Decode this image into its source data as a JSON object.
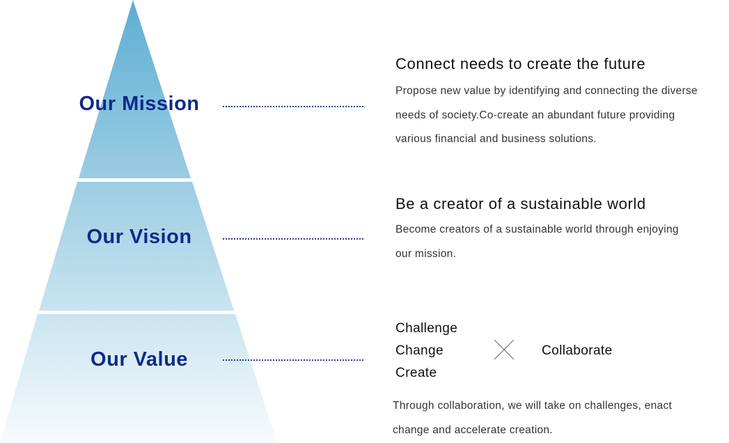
{
  "pyramid": {
    "tiers": [
      {
        "label": "Our Mission"
      },
      {
        "label": "Our Vision"
      },
      {
        "label": "Our Value"
      }
    ],
    "colors": {
      "top": "#5eaed4",
      "middle": "#a2d0e4",
      "bottom": "#f7fbfd",
      "label": "#0e2a8c",
      "connector": "#2b3c8f"
    }
  },
  "mission": {
    "heading": "Connect needs to create the future",
    "body_lines": [
      "Propose new value by identifying and connecting the diverse",
      "needs of society.Co-create an abundant future providing",
      "various financial and business solutions."
    ]
  },
  "vision": {
    "heading": "Be a creator of a sustainable world",
    "body_lines": [
      "Become creators of a sustainable world through enjoying",
      "our mission."
    ]
  },
  "value": {
    "items": [
      "Challenge",
      "Change",
      "Create"
    ],
    "operator_icon": "times-icon",
    "collaborate": "Collaborate",
    "body_lines": [
      "Through collaboration, we will take on challenges, enact",
      "change and accelerate creation."
    ]
  }
}
